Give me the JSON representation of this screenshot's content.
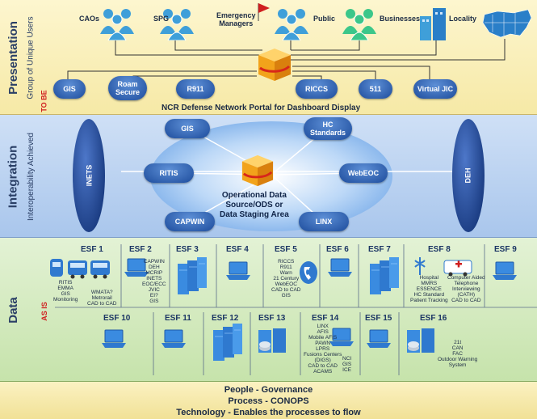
{
  "bands": {
    "presentation": {
      "label": "Presentation",
      "sub": "Group of Unique Users",
      "tag": "TO BE"
    },
    "integration": {
      "label": "Integration",
      "sub": "Interoperability Achieved"
    },
    "data": {
      "label": "Data",
      "tag": "AS IS"
    }
  },
  "users": [
    {
      "label": "CAOs",
      "color": "#3f9fd9"
    },
    {
      "label": "SPG",
      "color": "#3f9fd9"
    },
    {
      "label": "Emergency\nManagers",
      "color": "#3f9fd9"
    },
    {
      "label": "Public",
      "color": "#3cc78a"
    },
    {
      "label": "Businesses",
      "color": "#3f9fd9"
    },
    {
      "label": "Locality",
      "color": "#2a7fc8"
    }
  ],
  "portal_nodes": [
    "GIS",
    "Roam\nSecure",
    "R911",
    "RICCS",
    "511",
    "Virtual JIC"
  ],
  "portal_title": "NCR Defense Network Portal for Dashboard Display",
  "integration": {
    "left_oval": "INETS",
    "right_oval": "DEH",
    "nodes": [
      "GIS",
      "HC\nStandards",
      "RITIS",
      "WebEOC",
      "CAPWIN",
      "LINX"
    ],
    "center_title": "Operational Data\nSource/ODS or\nData Staging Area"
  },
  "esf": [
    {
      "title": "ESF 1",
      "text": "RITIS\nEMMA\nGIS\nMonitoring",
      "text2": "WMATA?\nMetrorail\nCAD to CAD"
    },
    {
      "title": "ESF 2",
      "text": "CAPWIN\nDEH\nMCRIP\nINETS\nEOC/ECC\nJVIC\nEI?\nGIS"
    },
    {
      "title": "ESF 3",
      "text": ""
    },
    {
      "title": "ESF 4",
      "text": ""
    },
    {
      "title": "ESF 5",
      "text": "RICCS\nR911\nWarn\n21 Century\nWebEOC\nCAD to CAD\nGIS"
    },
    {
      "title": "ESF 6",
      "text": ""
    },
    {
      "title": "ESF 7",
      "text": ""
    },
    {
      "title": "ESF 8",
      "text": "Hospital\nMMRS\nESSENCE\nHC Standard\nPatient Tracking",
      "text2": "Computer Aided\nTelephone\nInterviewing\n(CATH)\nCAD to CAD"
    },
    {
      "title": "ESF 9",
      "text": ""
    },
    {
      "title": "ESF 10",
      "text": ""
    },
    {
      "title": "ESF 11",
      "text": ""
    },
    {
      "title": "ESF 12",
      "text": ""
    },
    {
      "title": "ESF 13",
      "text": ""
    },
    {
      "title": "ESF 14",
      "text": "LINX\nAFIS\nMobile AFIS\nPAWN\nLPRS\nFusions Centers\n(DIGS)\nCAD to CAD\nACAMS",
      "text2": "NCI\nGIS\nICE"
    },
    {
      "title": "ESF 15",
      "text": ""
    },
    {
      "title": "ESF 16",
      "text": "21t\nCAN\nFAC\nOutdoor Warning\nSystem"
    }
  ],
  "footer": [
    "People - Governance",
    "Process - CONOPS",
    "Technology - Enables the processes to flow"
  ],
  "colors": {
    "accent": "#1d4c9c",
    "tag": "#d01e1e",
    "cube": "#f2a31b"
  }
}
